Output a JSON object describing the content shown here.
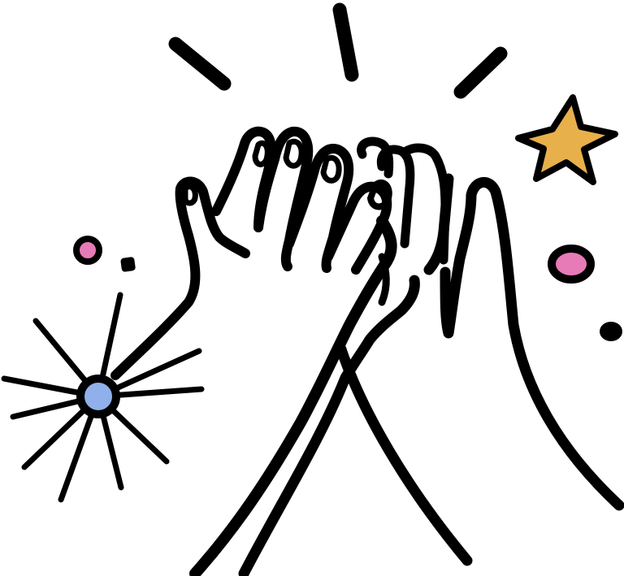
{
  "illustration": {
    "subject": "high-five",
    "colors": {
      "ink": "#000000",
      "background": "#ffffff",
      "star": "#e8b04a",
      "burst_dot": "#8fb0ea",
      "pink_dot": "#e77bb7"
    },
    "elements": [
      "left-hand",
      "right-hand",
      "sparkle-burst",
      "star",
      "motion-lines",
      "confetti-dots"
    ]
  }
}
